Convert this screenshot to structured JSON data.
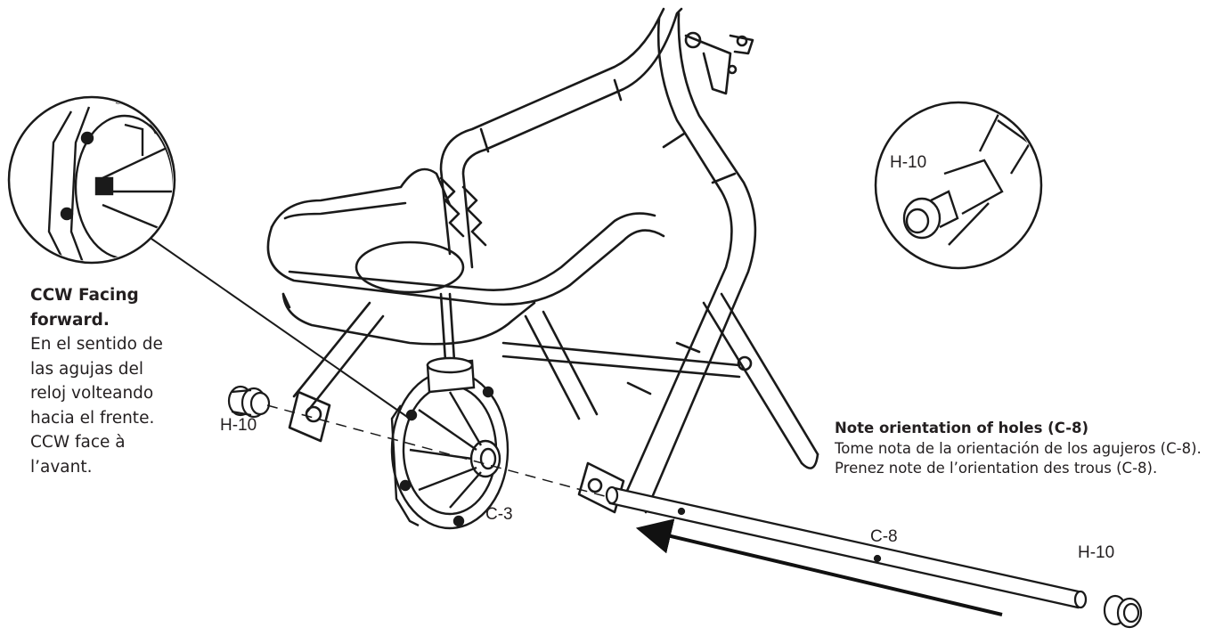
{
  "ccw_note": {
    "title_line1": "CCW Facing",
    "title_line2": "forward.",
    "es_lines": [
      "En el sentido de",
      "las agujas del",
      "reloj volteando",
      "hacia el frente."
    ],
    "fr_lines": [
      "CCW face à",
      "l’avant."
    ]
  },
  "holes_note": {
    "title": "Note orientation of holes (C-8)",
    "es": "Tome nota de la orientación de los agujeros (C-8).",
    "fr": "Prenez note de l’orientation des trous (C-8)."
  },
  "labels": {
    "h10_left": "H-10",
    "h10_right": "H-10",
    "h10_detail": "H-10",
    "c3": "C-3",
    "c8": "C-8"
  }
}
